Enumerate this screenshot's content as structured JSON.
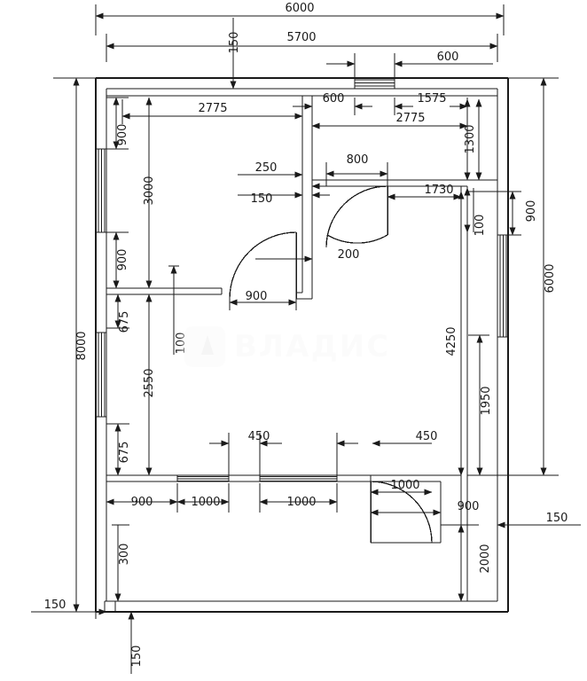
{
  "drawing": {
    "type": "architectural-floor-plan",
    "title": "",
    "units": "mm",
    "watermark_text": "ВЛАДИС",
    "line_color": "#1a1a1a",
    "background_color": "#ffffff",
    "overall": {
      "width": "6000",
      "height": "8000",
      "right_height": "6000",
      "inner_width": "5700",
      "wall_thickness": "150"
    },
    "dimension_labels": {
      "top_overall": "6000",
      "top_inner": "5700",
      "top_offset_150": "150",
      "top_window_600": "600",
      "left_overall": "8000",
      "right_overall": "6000",
      "bottom_left_150": "150",
      "bottom_150": "150",
      "bottom_right_150": "150",
      "room1_horizontal": "2775",
      "room1_vertical": "3000",
      "room1_window_top_900": "900",
      "room1_window_bottom_900": "900",
      "partition_600": "600",
      "partition_1575": "1575",
      "partition_2775": "2775",
      "partition_1300": "1300",
      "offset_250": "250",
      "offset_150": "150",
      "door_800": "800",
      "door_200": "200",
      "door_900": "900",
      "door_1730": "1730",
      "offset_100_right": "100",
      "right_window_900": "900",
      "left_mid_675_top": "675",
      "left_mid_100": "100",
      "left_mid_2550": "2550",
      "left_mid_675_bottom": "675",
      "bottom_450_left": "450",
      "bottom_450_right": "450",
      "bottom_900": "900",
      "bottom_window_1000_left": "1000",
      "bottom_window_1000_right": "1000",
      "bottom_300": "300",
      "bottom_door_1000": "1000",
      "bottom_door_900": "900",
      "bottom_2000": "2000",
      "right_4250": "4250",
      "right_1950": "1950"
    },
    "elements": {
      "walls": "exterior-and-partition-walls",
      "windows": [
        "left-wall-upper",
        "left-wall-lower",
        "top-wall",
        "bottom-wall-left",
        "bottom-wall-right",
        "right-wall"
      ],
      "doors": [
        "interior-door-left-swing",
        "interior-door-right-swing",
        "entry-door-bottom"
      ]
    }
  }
}
